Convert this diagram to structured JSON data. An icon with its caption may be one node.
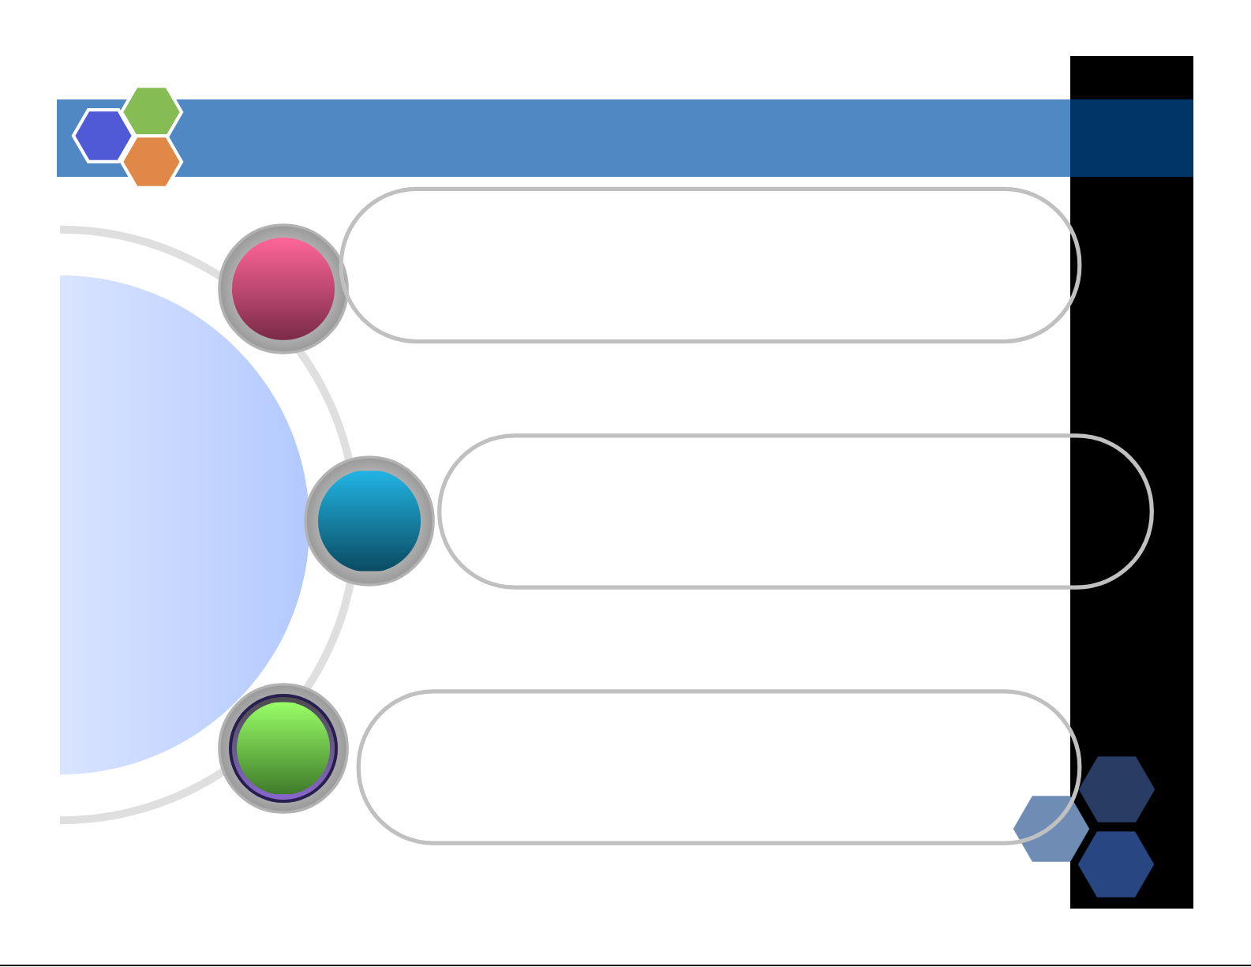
{
  "diagram": {
    "nodes": [
      {
        "text": [],
        "shape": "circle"
      },
      {
        "text": [],
        "shape": "box"
      },
      {
        "text": [],
        "shape": "circle"
      },
      {
        "text": [],
        "shape": "box"
      },
      {
        "text": [],
        "shape": "circle"
      },
      {
        "text": [],
        "shape": "box"
      }
    ]
  }
}
